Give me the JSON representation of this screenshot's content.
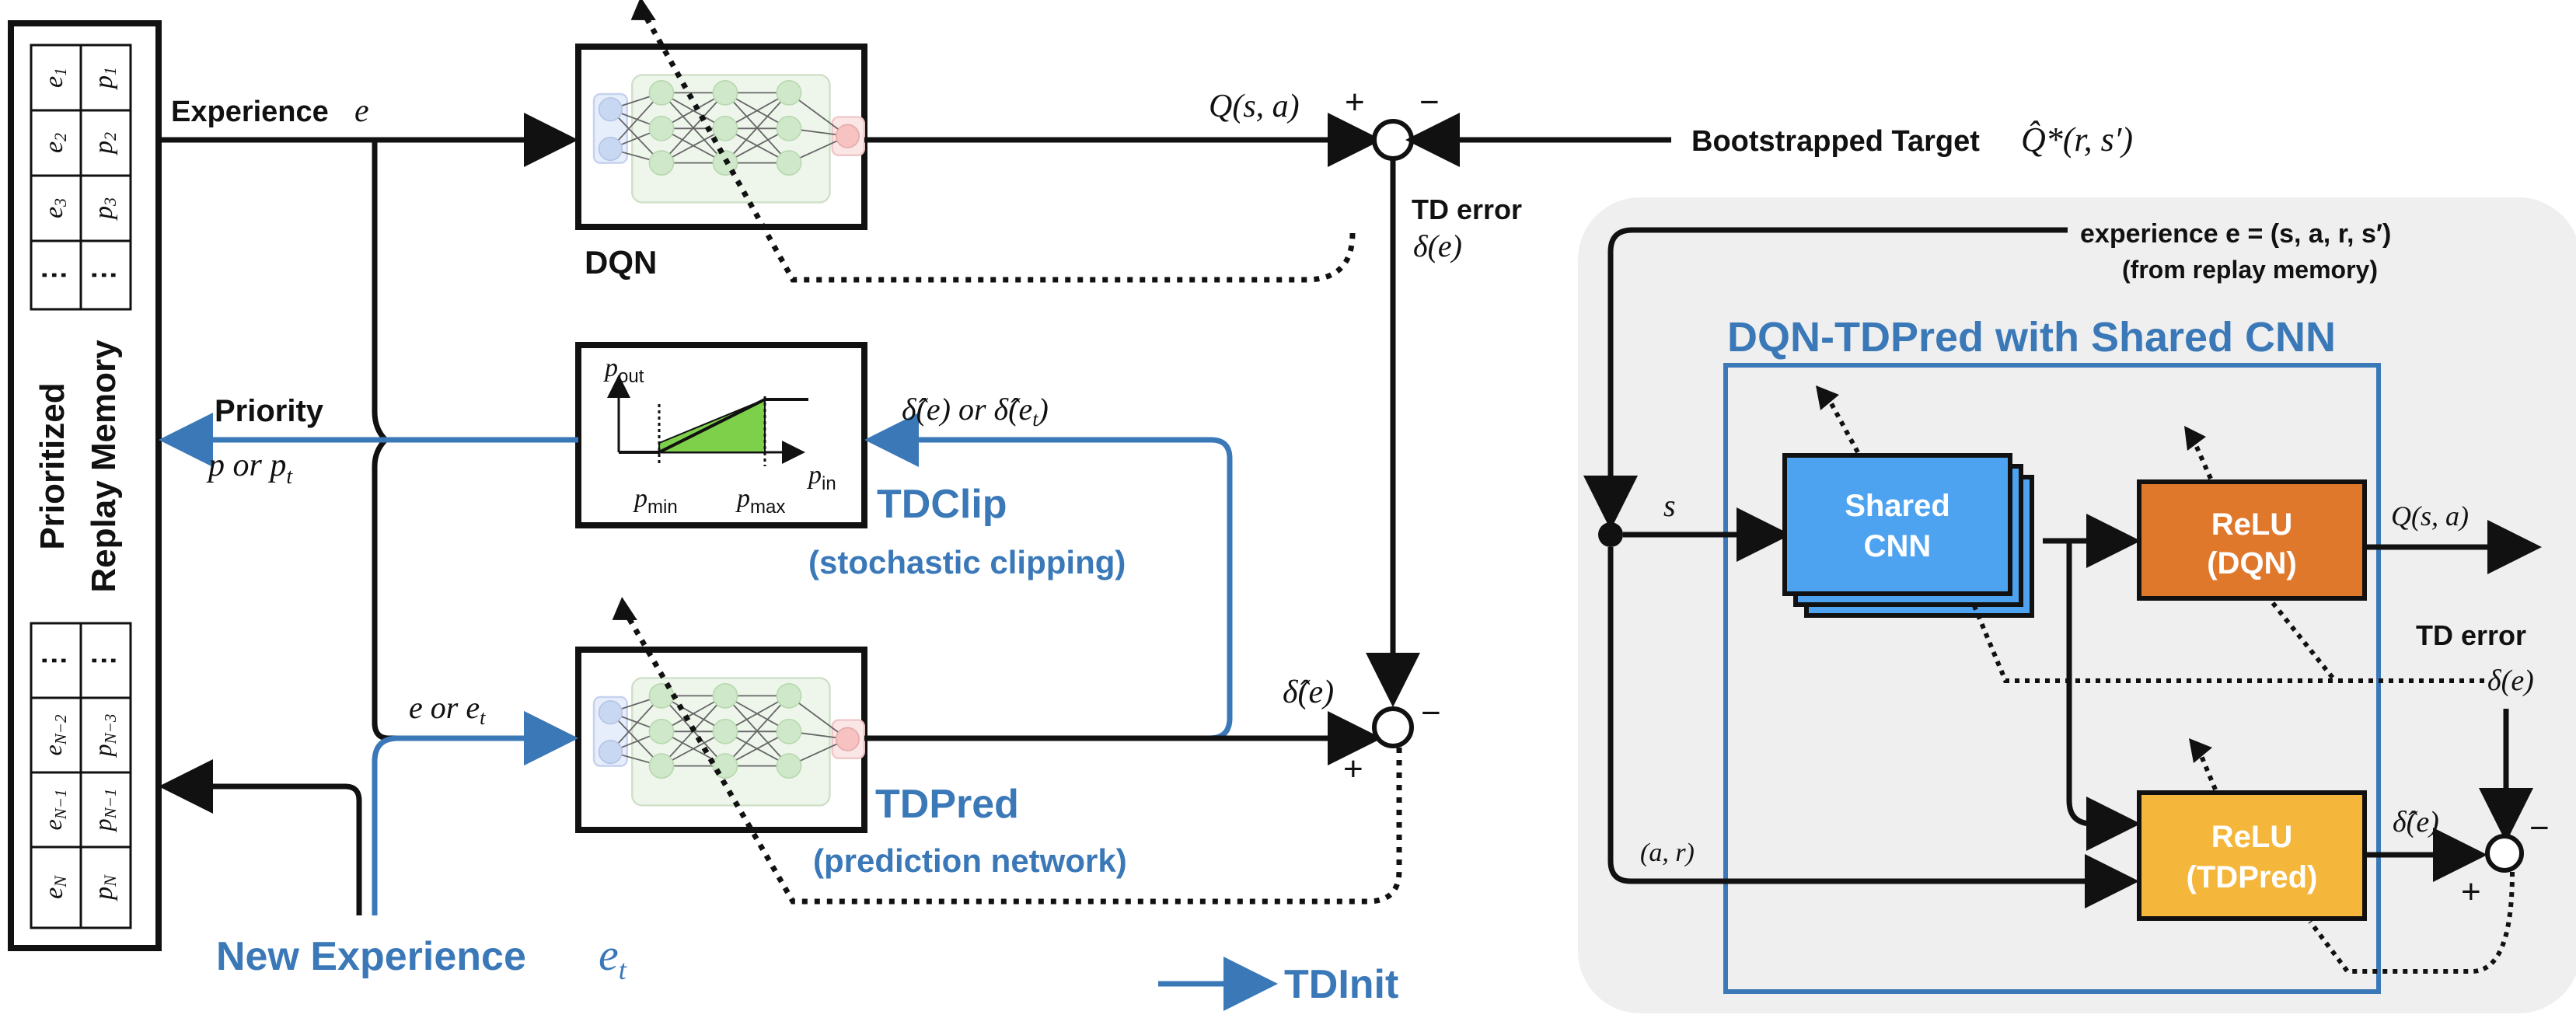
{
  "colors": {
    "black": "#111111",
    "flow_blue": "#3a78b8",
    "panel_bg": "#efefef",
    "cnn_blue": "#4da3f0",
    "relu_orange": "#e0782c",
    "relu_yellow": "#f4b73c",
    "clip_green": "#7ed04a",
    "nn_green": "#cfe8c9",
    "nn_blue": "#c9d8f2",
    "nn_pink": "#f6c2c2"
  },
  "memory": {
    "title_line1": "Prioritized",
    "title_line2": "Replay Memory",
    "top_rows": [
      {
        "e": "e",
        "e_sub": "1",
        "p": "p",
        "p_sub": "1"
      },
      {
        "e": "e",
        "e_sub": "2",
        "p": "p",
        "p_sub": "2"
      },
      {
        "e": "e",
        "e_sub": "3",
        "p": "p",
        "p_sub": "3"
      },
      {
        "e": "⋮",
        "e_sub": "",
        "p": "⋮",
        "p_sub": ""
      }
    ],
    "bottom_rows": [
      {
        "e": "⋮",
        "e_sub": "",
        "p": "⋮",
        "p_sub": ""
      },
      {
        "e": "e",
        "e_sub": "N−2",
        "p": "p",
        "p_sub": "N−3"
      },
      {
        "e": "e",
        "e_sub": "N−1",
        "p": "p",
        "p_sub": "N−1"
      },
      {
        "e": "e",
        "e_sub": "N",
        "p": "p",
        "p_sub": "N"
      }
    ]
  },
  "labels": {
    "experience": "Experience",
    "experience_var": "e",
    "dqn": "DQN",
    "q_sa": "Q(s, a)",
    "plus": "+",
    "minus": "−",
    "bootstrapped_target": "Bootstrapped Target",
    "target_math": "Q̂*(r, s′)",
    "td_error": "TD error",
    "td_error_var": "δ(e)",
    "priority": "Priority",
    "priority_var": "p or p",
    "priority_var_sub": "t",
    "clip_p_out": "p",
    "clip_p_out_sub": "out",
    "clip_p_in": "p",
    "clip_p_in_sub": "in",
    "clip_p_min": "p",
    "clip_p_min_sub": "min",
    "clip_p_max": "p",
    "clip_p_max_sub": "max",
    "delta_hat_or": "δ̂(e) or δ̂(e",
    "delta_hat_or_sub": "t",
    "delta_hat_or_close": ")",
    "tdclip": "TDClip",
    "tdclip_sub": "(stochastic clipping)",
    "e_or_et": "e or e",
    "e_or_et_sub": "t",
    "delta_hat": "δ̂(e)",
    "tdpred": "TDPred",
    "tdpred_sub": "(prediction network)",
    "new_experience": "New Experience",
    "new_experience_var": "e",
    "new_experience_var_sub": "t",
    "tdinit": "TDInit"
  },
  "panel": {
    "experience_line1": "experience e = (s, a, r, s′)",
    "experience_line2": "(from replay memory)",
    "title": "DQN-TDPred with Shared CNN",
    "s_label": "s",
    "ar_label": "(a, r)",
    "shared_cnn_line1": "Shared",
    "shared_cnn_line2": "CNN",
    "relu_dqn_line1": "ReLU",
    "relu_dqn_line2": "(DQN)",
    "relu_tdpred_line1": "ReLU",
    "relu_tdpred_line2": "(TDPred)",
    "q_sa": "Q(s, a)",
    "td_error": "TD error",
    "td_error_var": "δ(e)",
    "delta_hat": "δ̂(e)",
    "plus": "+",
    "minus": "−"
  }
}
